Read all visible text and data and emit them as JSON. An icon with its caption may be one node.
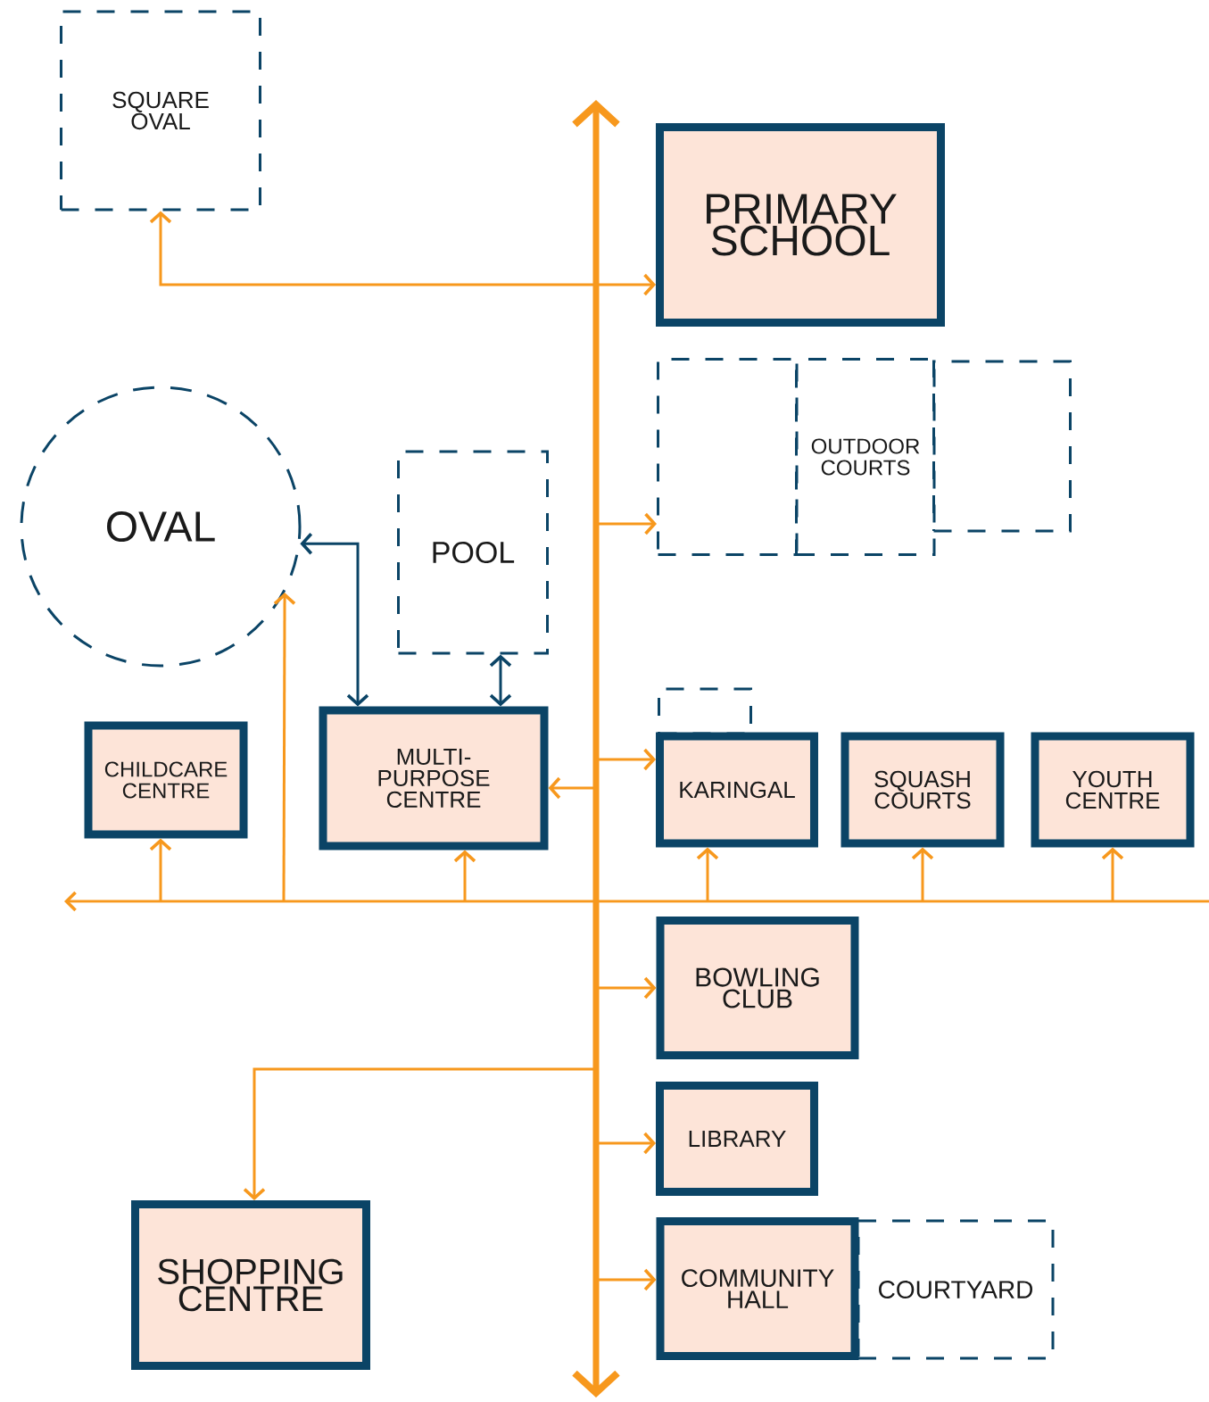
{
  "diagram": {
    "nodes": [
      {
        "text": [
          "SQUARE OVAL"
        ]
      },
      {
        "text": [
          "PRIMARY SCHOOL"
        ]
      },
      {
        "text": [
          "OVAL"
        ]
      },
      {
        "text": [
          "POOL"
        ]
      },
      {
        "text": [],
        "shape": "box"
      },
      {
        "text": [
          "OUTDOOR COURTS"
        ]
      },
      {
        "text": [],
        "shape": "box"
      },
      {
        "text": [],
        "shape": "box"
      },
      {
        "text": [
          "CHILDCARE CENTRE"
        ]
      },
      {
        "text": [
          "MULTI-PURPOSE CENTRE"
        ]
      },
      {
        "text": [
          "KARINGAL"
        ]
      },
      {
        "text": [
          "SQUASH COURTS"
        ]
      },
      {
        "text": [
          "YOUTH CENTRE"
        ]
      },
      {
        "text": [
          "BOWLING CLUB"
        ]
      },
      {
        "text": [
          "LIBRARY"
        ]
      },
      {
        "text": [
          "SHOPPING CENTRE"
        ]
      },
      {
        "text": [
          "COMMUNITY HALL"
        ]
      },
      {
        "text": [
          "COURTYARD"
        ]
      }
    ],
    "edges": [
      {
        "from": 0,
        "to": 1,
        "arrow": "both"
      },
      {
        "from": null,
        "to": 4,
        "arrow": "to"
      },
      {
        "from": 2,
        "to": 9,
        "arrow": "both",
        "color": "#0b4466"
      },
      {
        "from": 3,
        "to": 9,
        "arrow": "both",
        "color": "#0b4466"
      },
      {
        "from": null,
        "to": 9,
        "arrow": "to"
      },
      {
        "from": null,
        "to": 10,
        "arrow": "to"
      },
      {
        "from": null,
        "to": 8,
        "arrow": "to"
      },
      {
        "from": null,
        "to": 2,
        "arrow": "to"
      },
      {
        "from": null,
        "to": 9,
        "arrow": "to"
      },
      {
        "from": null,
        "to": 10,
        "arrow": "to"
      },
      {
        "from": null,
        "to": 11,
        "arrow": "to"
      },
      {
        "from": null,
        "to": 12,
        "arrow": "to"
      },
      {
        "from": null,
        "to": 13,
        "arrow": "to"
      },
      {
        "from": null,
        "to": 14,
        "arrow": "to"
      },
      {
        "from": null,
        "to": 15,
        "arrow": "to"
      },
      {
        "from": null,
        "to": 16,
        "arrow": "to"
      }
    ]
  }
}
